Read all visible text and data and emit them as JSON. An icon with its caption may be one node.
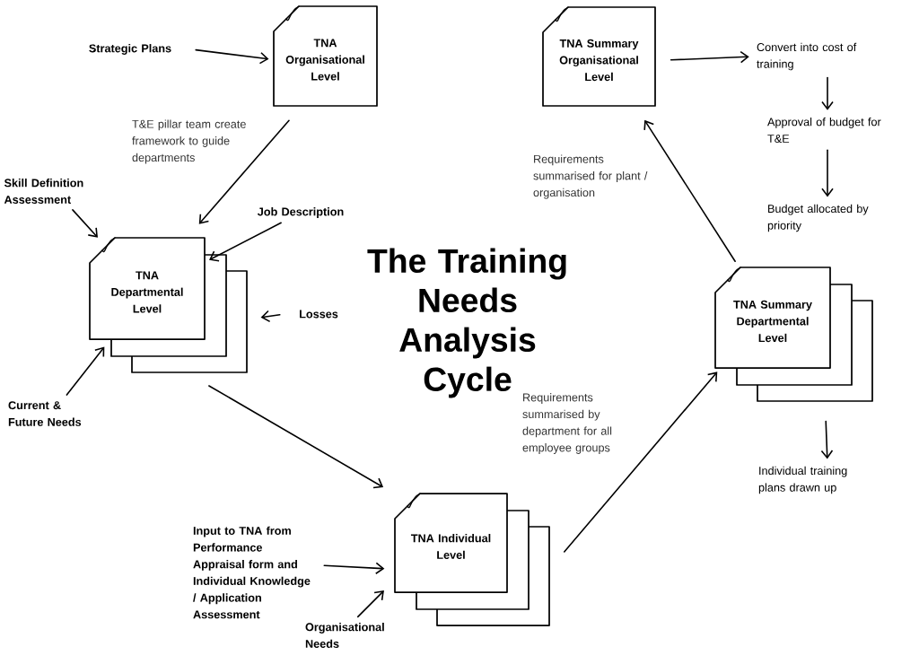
{
  "diagram": {
    "title": "The Training Needs Analysis Cycle",
    "nodes": [
      {
        "text": [
          "Strategic Plans"
        ]
      },
      {
        "text": [
          "TNA Organisational Level"
        ]
      },
      {
        "text": [
          "Skill Definition Assessment"
        ]
      },
      {
        "text": [
          "Job Description"
        ]
      },
      {
        "text": [
          "TNA Departmental Level"
        ]
      },
      {
        "text": [
          "Losses"
        ]
      },
      {
        "text": [
          "Current & Future Needs"
        ]
      },
      {
        "text": [
          "Input to TNA from Performance Appraisal form and Individual Knowledge / Application Assessment"
        ]
      },
      {
        "text": [
          "Organisational Needs"
        ]
      },
      {
        "text": [
          "TNA Individual Level"
        ]
      },
      {
        "text": [
          "TNA Summary Departmental Level"
        ]
      },
      {
        "text": [
          "TNA Summary Organisational Level"
        ]
      },
      {
        "text": [
          "Convert into cost of training"
        ]
      },
      {
        "text": [
          "Approval of budget for T&E"
        ]
      },
      {
        "text": [
          "Budget allocated by priority"
        ]
      },
      {
        "text": [
          "Individual training plans drawn up"
        ]
      }
    ],
    "edges": [
      {
        "from": 0,
        "to": 1,
        "arrow": "to"
      },
      {
        "from": 1,
        "to": 4,
        "arrow": "to",
        "label": "T&E pillar team create framework to guide departments"
      },
      {
        "from": 2,
        "to": 4,
        "arrow": "to"
      },
      {
        "from": 3,
        "to": 4,
        "arrow": "to"
      },
      {
        "from": 5,
        "to": 4,
        "arrow": "to"
      },
      {
        "from": 6,
        "to": 4,
        "arrow": "to"
      },
      {
        "from": 4,
        "to": 9,
        "arrow": "to"
      },
      {
        "from": 7,
        "to": 9,
        "arrow": "to"
      },
      {
        "from": 8,
        "to": 9,
        "arrow": "to"
      },
      {
        "from": 9,
        "to": 10,
        "arrow": "to",
        "label": "Requirements summarised by department for all employee groups"
      },
      {
        "from": 10,
        "to": 11,
        "arrow": "to",
        "label": "Requirements summarised for plant / organisation"
      },
      {
        "from": 11,
        "to": 12,
        "arrow": "to"
      },
      {
        "from": 12,
        "to": 13,
        "arrow": "to"
      },
      {
        "from": 13,
        "to": 14,
        "arrow": "to"
      },
      {
        "from": 10,
        "to": 15,
        "arrow": "to"
      }
    ]
  }
}
